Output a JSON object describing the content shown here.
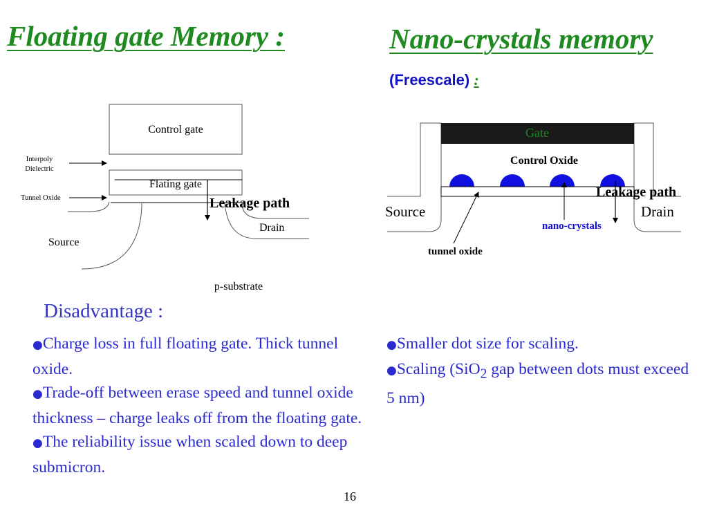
{
  "left": {
    "title": "Floating gate Memory :",
    "diagram": {
      "control_gate": "Control gate",
      "interpoly_line1": "Interpoly",
      "interpoly_line2": "Dielectric",
      "floating_gate": "Flating gate",
      "tunnel_oxide": "Tunnel Oxide",
      "leakage_path": "Leakage path",
      "drain": "Drain",
      "source": "Source",
      "substrate": "p-substrate"
    },
    "disadvantage_heading": "Disadvantage :",
    "bullets": [
      "Charge loss in full floating gate. Thick tunnel oxide.",
      "Trade-off between erase speed and tunnel oxide thickness – charge leaks off from the floating gate.",
      "The reliability issue when scaled down to deep submicron."
    ]
  },
  "right": {
    "title": "Nano-crystals memory",
    "subtitle": "(Freescale)",
    "subtitle_colon": ":",
    "diagram": {
      "gate": "Gate",
      "control_oxide": "Control Oxide",
      "leakage_path": "Leakage path",
      "source": "Source",
      "drain": "Drain",
      "nano_crystals": "nano-crystals",
      "tunnel_oxide": "tunnel oxide"
    },
    "bullets": {
      "b1": "Smaller dot size for scaling.",
      "b2_pre": "Scaling (SiO",
      "b2_sub": "2",
      "b2_post": " gap between dots must exceed 5 nm)"
    }
  },
  "bullet_glyph": "●",
  "page_number": "16",
  "colors": {
    "title_green": "#1f8a1f",
    "body_blue": "#2a2acf",
    "gate_black": "#1a1a1a",
    "dot_blue": "#1010e0"
  }
}
